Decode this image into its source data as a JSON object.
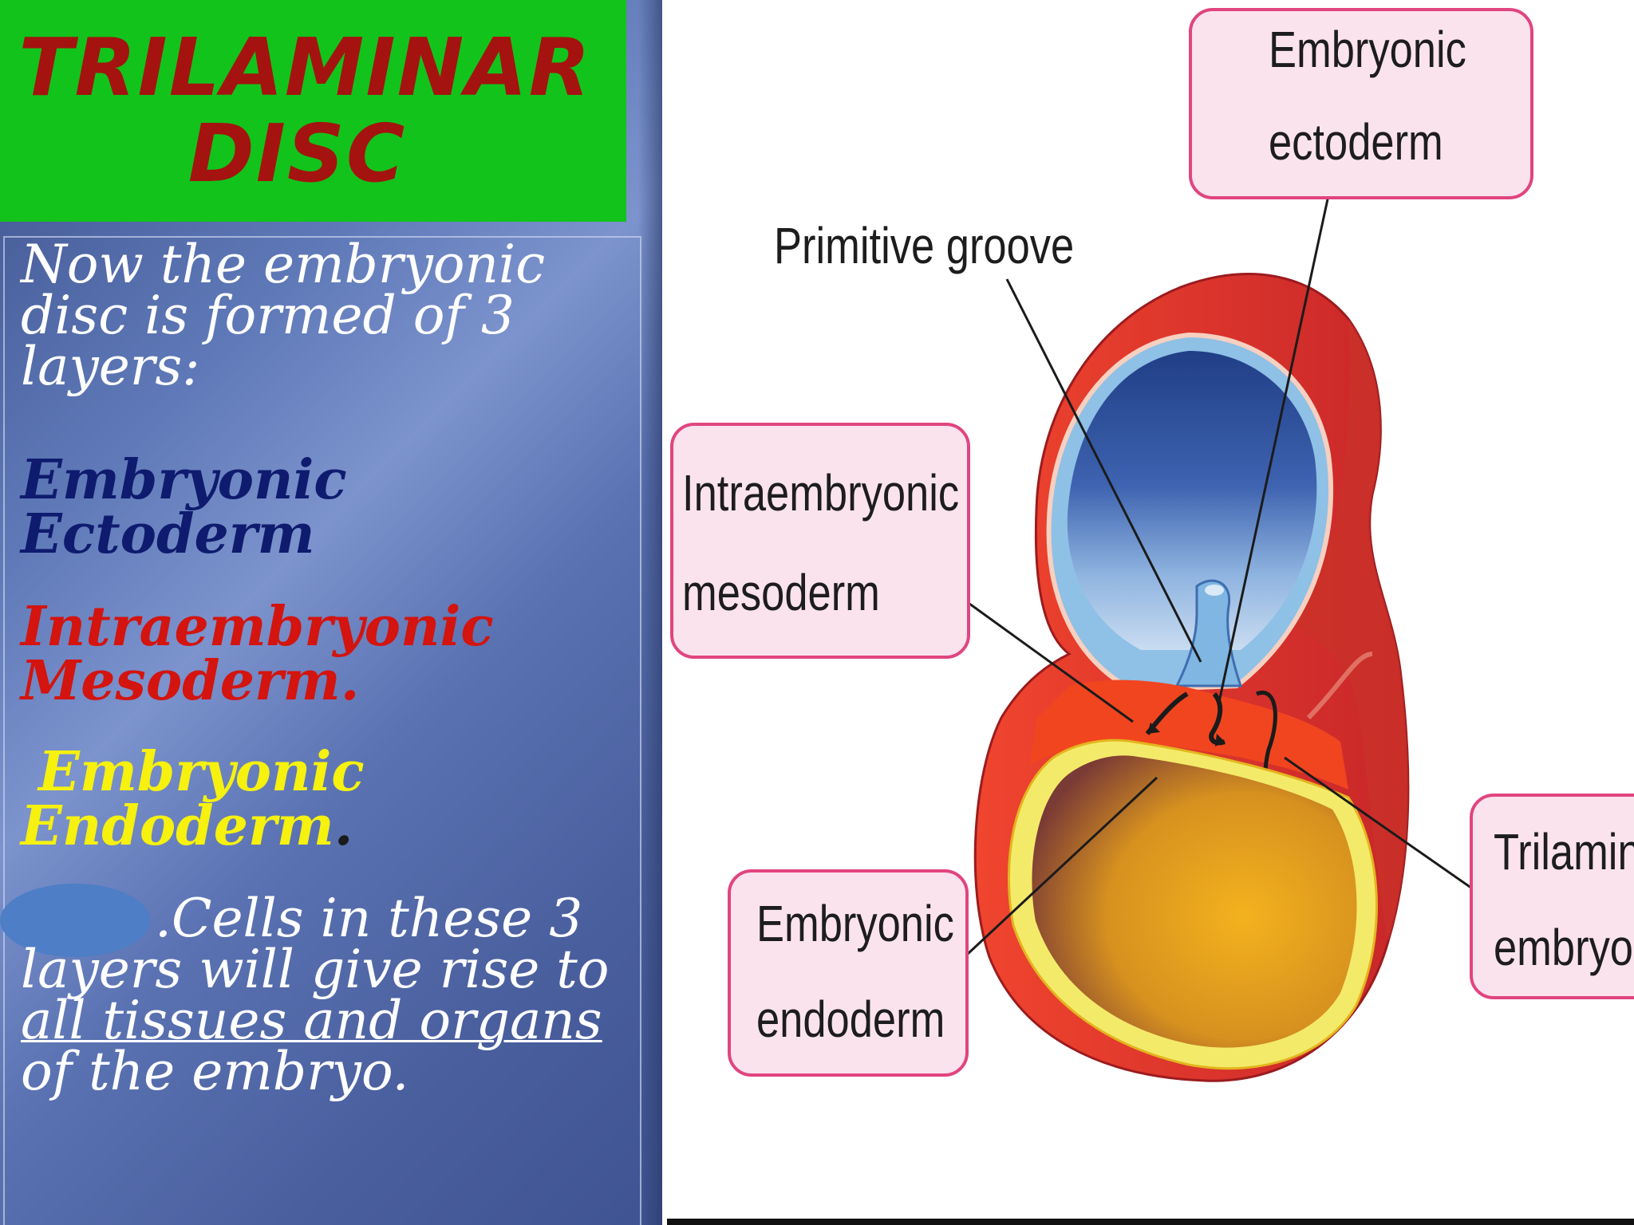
{
  "slide": {
    "title_line_1": "TRILAMINAR",
    "title_line_2": "DISC",
    "intro": "Now the embryonic disc is formed of 3 layers:",
    "layers": [
      {
        "name": "Embryonic Ectoderm",
        "color": "#0e1b6e"
      },
      {
        "name": "Intraembryonic Mesoderm.",
        "color": "#d3140f"
      },
      {
        "name": "Embryonic Endoderm",
        "color": "#f6f10f",
        "suffix": "."
      }
    ],
    "summary_prefix": ".Cells in these 3 layers will give rise to ",
    "summary_underlined": "all tissues and organs",
    "summary_suffix": " of the embryo."
  },
  "diagram": {
    "labels": {
      "ectoderm_line_1": "Embryonic",
      "ectoderm_line_2": "ectoderm",
      "primitive_groove": "Primitive groove",
      "mesoderm_line_1": "Intraembryonic",
      "mesoderm_line_2": "mesoderm",
      "endoderm_line_1": "Embryonic",
      "endoderm_line_2": "endoderm",
      "trilaminar_line_1": "Trilamin",
      "trilaminar_line_2": "embryo"
    },
    "colors": {
      "outer_wall": "#e0332a",
      "amniotic_cavity": "#3a5fae",
      "yolk_sac": "#e2a21d",
      "label_border": "#e0457f",
      "label_fill": "#fbe3ee"
    }
  }
}
